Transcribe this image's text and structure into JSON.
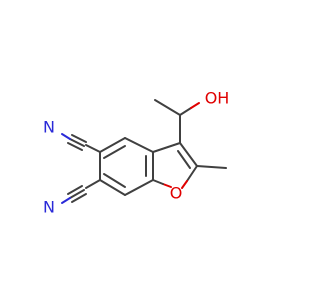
{
  "atoms": {
    "nitrogen_top": "N",
    "nitrogen_bottom": "N",
    "hydroxyl_oxygen": "OH",
    "ring_oxygen": "O"
  },
  "colors": {
    "bond": "#404040",
    "nitrogen": "#2a2ad8",
    "oxygen": "#e00000",
    "background": "#ffffff"
  }
}
